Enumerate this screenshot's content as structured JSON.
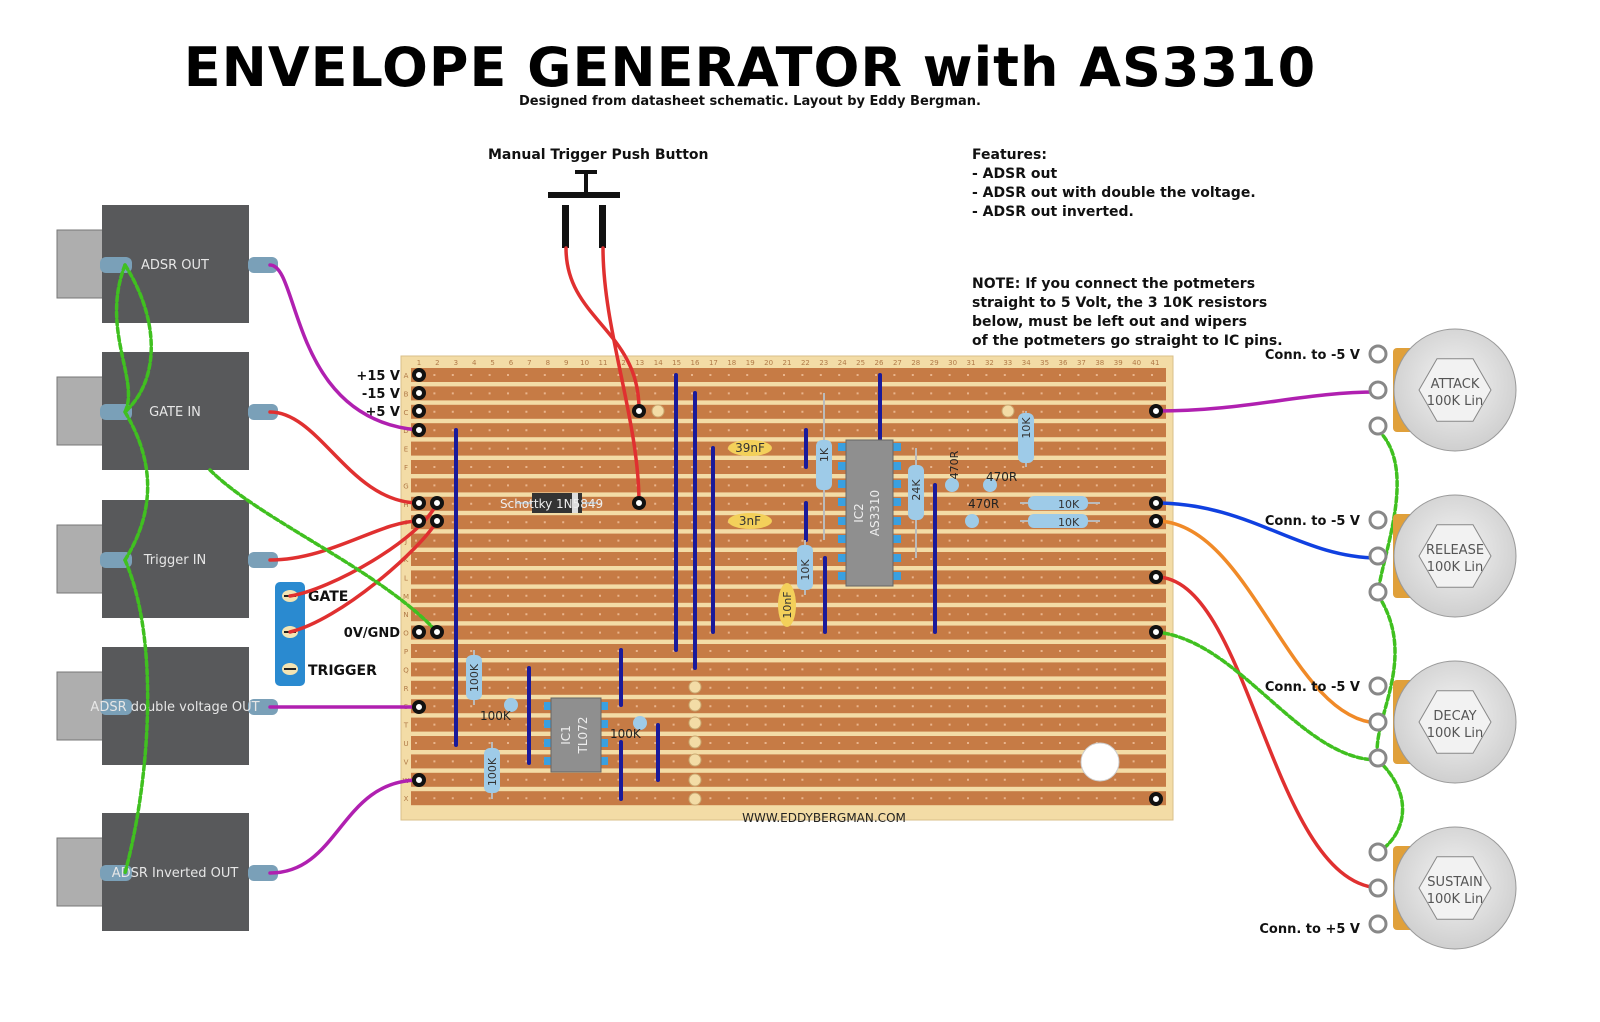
{
  "title": "ENVELOPE GENERATOR with AS3310",
  "subtitle": "Designed from datasheet schematic. Layout by Eddy Bergman.",
  "push_button_label": "Manual Trigger Push Button",
  "features": {
    "heading": "Features:",
    "items": [
      "- ADSR out",
      "- ADSR out with double the voltage.",
      "- ADSR out inverted."
    ]
  },
  "note": {
    "lines": [
      "NOTE: If you connect the potmeters",
      "straight to 5 Volt, the 3 10K resistors",
      "below, must be left out and wipers",
      "of the potmeters go straight to IC pins."
    ]
  },
  "jacks": [
    {
      "label": "ADSR OUT"
    },
    {
      "label": "GATE IN"
    },
    {
      "label": "Trigger IN"
    },
    {
      "label": "ADSR double voltage OUT"
    },
    {
      "label": "ADSR Inverted OUT"
    }
  ],
  "supply_labels": [
    "+15 V",
    "-15 V",
    "+5 V"
  ],
  "gnd_label": "0V/GND",
  "header_labels": {
    "gate": "GATE",
    "trigger": "TRIGGER"
  },
  "column_numbers": [
    "1",
    "2",
    "3",
    "4",
    "5",
    "6",
    "7",
    "8",
    "9",
    "10",
    "11",
    "12",
    "13",
    "14",
    "15",
    "16",
    "17",
    "18",
    "19",
    "20",
    "21",
    "22",
    "23",
    "24",
    "25",
    "26",
    "27",
    "28",
    "29",
    "30",
    "31",
    "32",
    "33",
    "34",
    "35",
    "36",
    "37",
    "38",
    "39",
    "40",
    "41"
  ],
  "row_letters": [
    "A",
    "B",
    "C",
    "D",
    "E",
    "F",
    "G",
    "H",
    "I",
    "J",
    "K",
    "L",
    "M",
    "N",
    "O",
    "P",
    "Q",
    "R",
    "S",
    "T",
    "U",
    "V",
    "W",
    "X"
  ],
  "components": {
    "diode": "Schottky 1N5849",
    "cap_39n": "39nF",
    "cap_3n": "3nF",
    "cap_10n": "10nF",
    "ic1": "IC1",
    "ic1_part": "TL072",
    "ic2": "IC2",
    "ic2_part": "AS3310",
    "r_1k": "1K",
    "r_24k": "24K",
    "r_10k_a": "10K",
    "r_10k_b": "10K",
    "r_10k_c": "10K",
    "r_10k_d": "10K",
    "r_470_a": "470R",
    "r_470_b": "470R",
    "r_470_c": "470R",
    "r_100k_a": "100K",
    "r_100k_b": "100K",
    "r_100k_c": "100K",
    "r_100k_d": "100K"
  },
  "website": "WWW.EDDYBERGMAN.COM",
  "pots": [
    {
      "name": "ATTACK",
      "value": "100K Lin",
      "conn": "Conn. to -5 V"
    },
    {
      "name": "RELEASE",
      "value": "100K Lin",
      "conn": "Conn. to -5 V"
    },
    {
      "name": "DECAY",
      "value": "100K Lin",
      "conn": "Conn. to -5 V"
    },
    {
      "name": "SUSTAIN",
      "value": "100K Lin",
      "conn": "Conn. to +5 V"
    }
  ],
  "colors": {
    "board": "#d4884f",
    "strip": "#c67b45",
    "board_edge": "#f3dca6",
    "jack_body": "#58595b",
    "wire_red": "#e03030",
    "wire_purple": "#b020b0",
    "wire_blue": "#1040e0",
    "wire_orange": "#f08a28",
    "wire_green": "#40c020",
    "link_blue": "#1a1a9a"
  }
}
